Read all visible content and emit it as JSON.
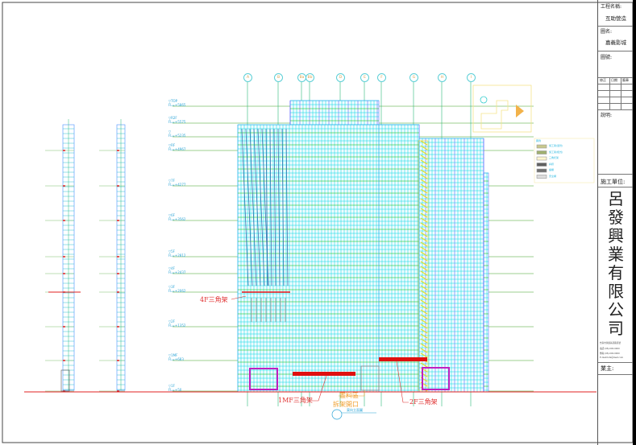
{
  "title_block": {
    "project_label": "工程名稱:",
    "project_name": "互助營造",
    "drawing_label": "圖名:",
    "drawing_name": "嘉義影城",
    "number_label": "圖號:",
    "revision_headers": [
      "修正",
      "日期",
      "簽章"
    ],
    "notes_label": "說明:",
    "contractor_label": "施工單位:",
    "contractor_chars": [
      "呂",
      "發",
      "興",
      "業",
      "有",
      "限",
      "公",
      "司"
    ],
    "contractor_info": [
      "台南市永康區某路某號",
      "電話:(06)-000-0000",
      "傳真:(06)-000-0000",
      "E-mail:lufa@mail.com"
    ],
    "owner_label": "業主:"
  },
  "grid_axes": [
    "A",
    "B",
    "Ba",
    "Bb",
    "D",
    "E",
    "F",
    "G",
    "H",
    "I"
  ],
  "levels": [
    {
      "name": "▽TOP",
      "fl": "FL=+5865"
    },
    {
      "name": "▽R2F",
      "fl": "FL=+5575"
    },
    {
      "name": "▽",
      "fl": "FL=+5235"
    },
    {
      "name": "▽RF",
      "fl": "FL=+4967"
    },
    {
      "name": "▽7F",
      "fl": "FL=+4277"
    },
    {
      "name": "▽6F",
      "fl": "FL=+3562"
    },
    {
      "name": "▽5F",
      "fl": "FL=+2812"
    },
    {
      "name": "▽4F",
      "fl": "FL=+2437"
    },
    {
      "name": "▽3F",
      "fl": "FL=+2062"
    },
    {
      "name": "▽2F",
      "fl": "FL=+1352"
    },
    {
      "name": "▽1MF",
      "fl": "FL=+683"
    },
    {
      "name": "▽1F",
      "fl": "FL=+50"
    }
  ],
  "annotations": {
    "bracket_4f": "4F三角架",
    "bracket_1mf": "1MF三角架",
    "storage": "置料區",
    "opening": "拆架開口",
    "bracket_2f": "2F三角架",
    "elevation_title": "東向立面圖"
  },
  "legend": {
    "title": "圖例",
    "items": [
      "施工架(單管)",
      "施工架(框式)",
      "三角托架",
      "斜撐",
      "護欄",
      "安全網"
    ]
  },
  "colors": {
    "scaffold_cyan": "#00e0e0",
    "scaffold_blue": "#4a4aff",
    "scaffold_green": "#00c000",
    "level_line": "#7bbf6a",
    "ground": "#e02020",
    "bracket": "#e01010",
    "magenta": "#c020c0",
    "orange": "#f0a030"
  }
}
